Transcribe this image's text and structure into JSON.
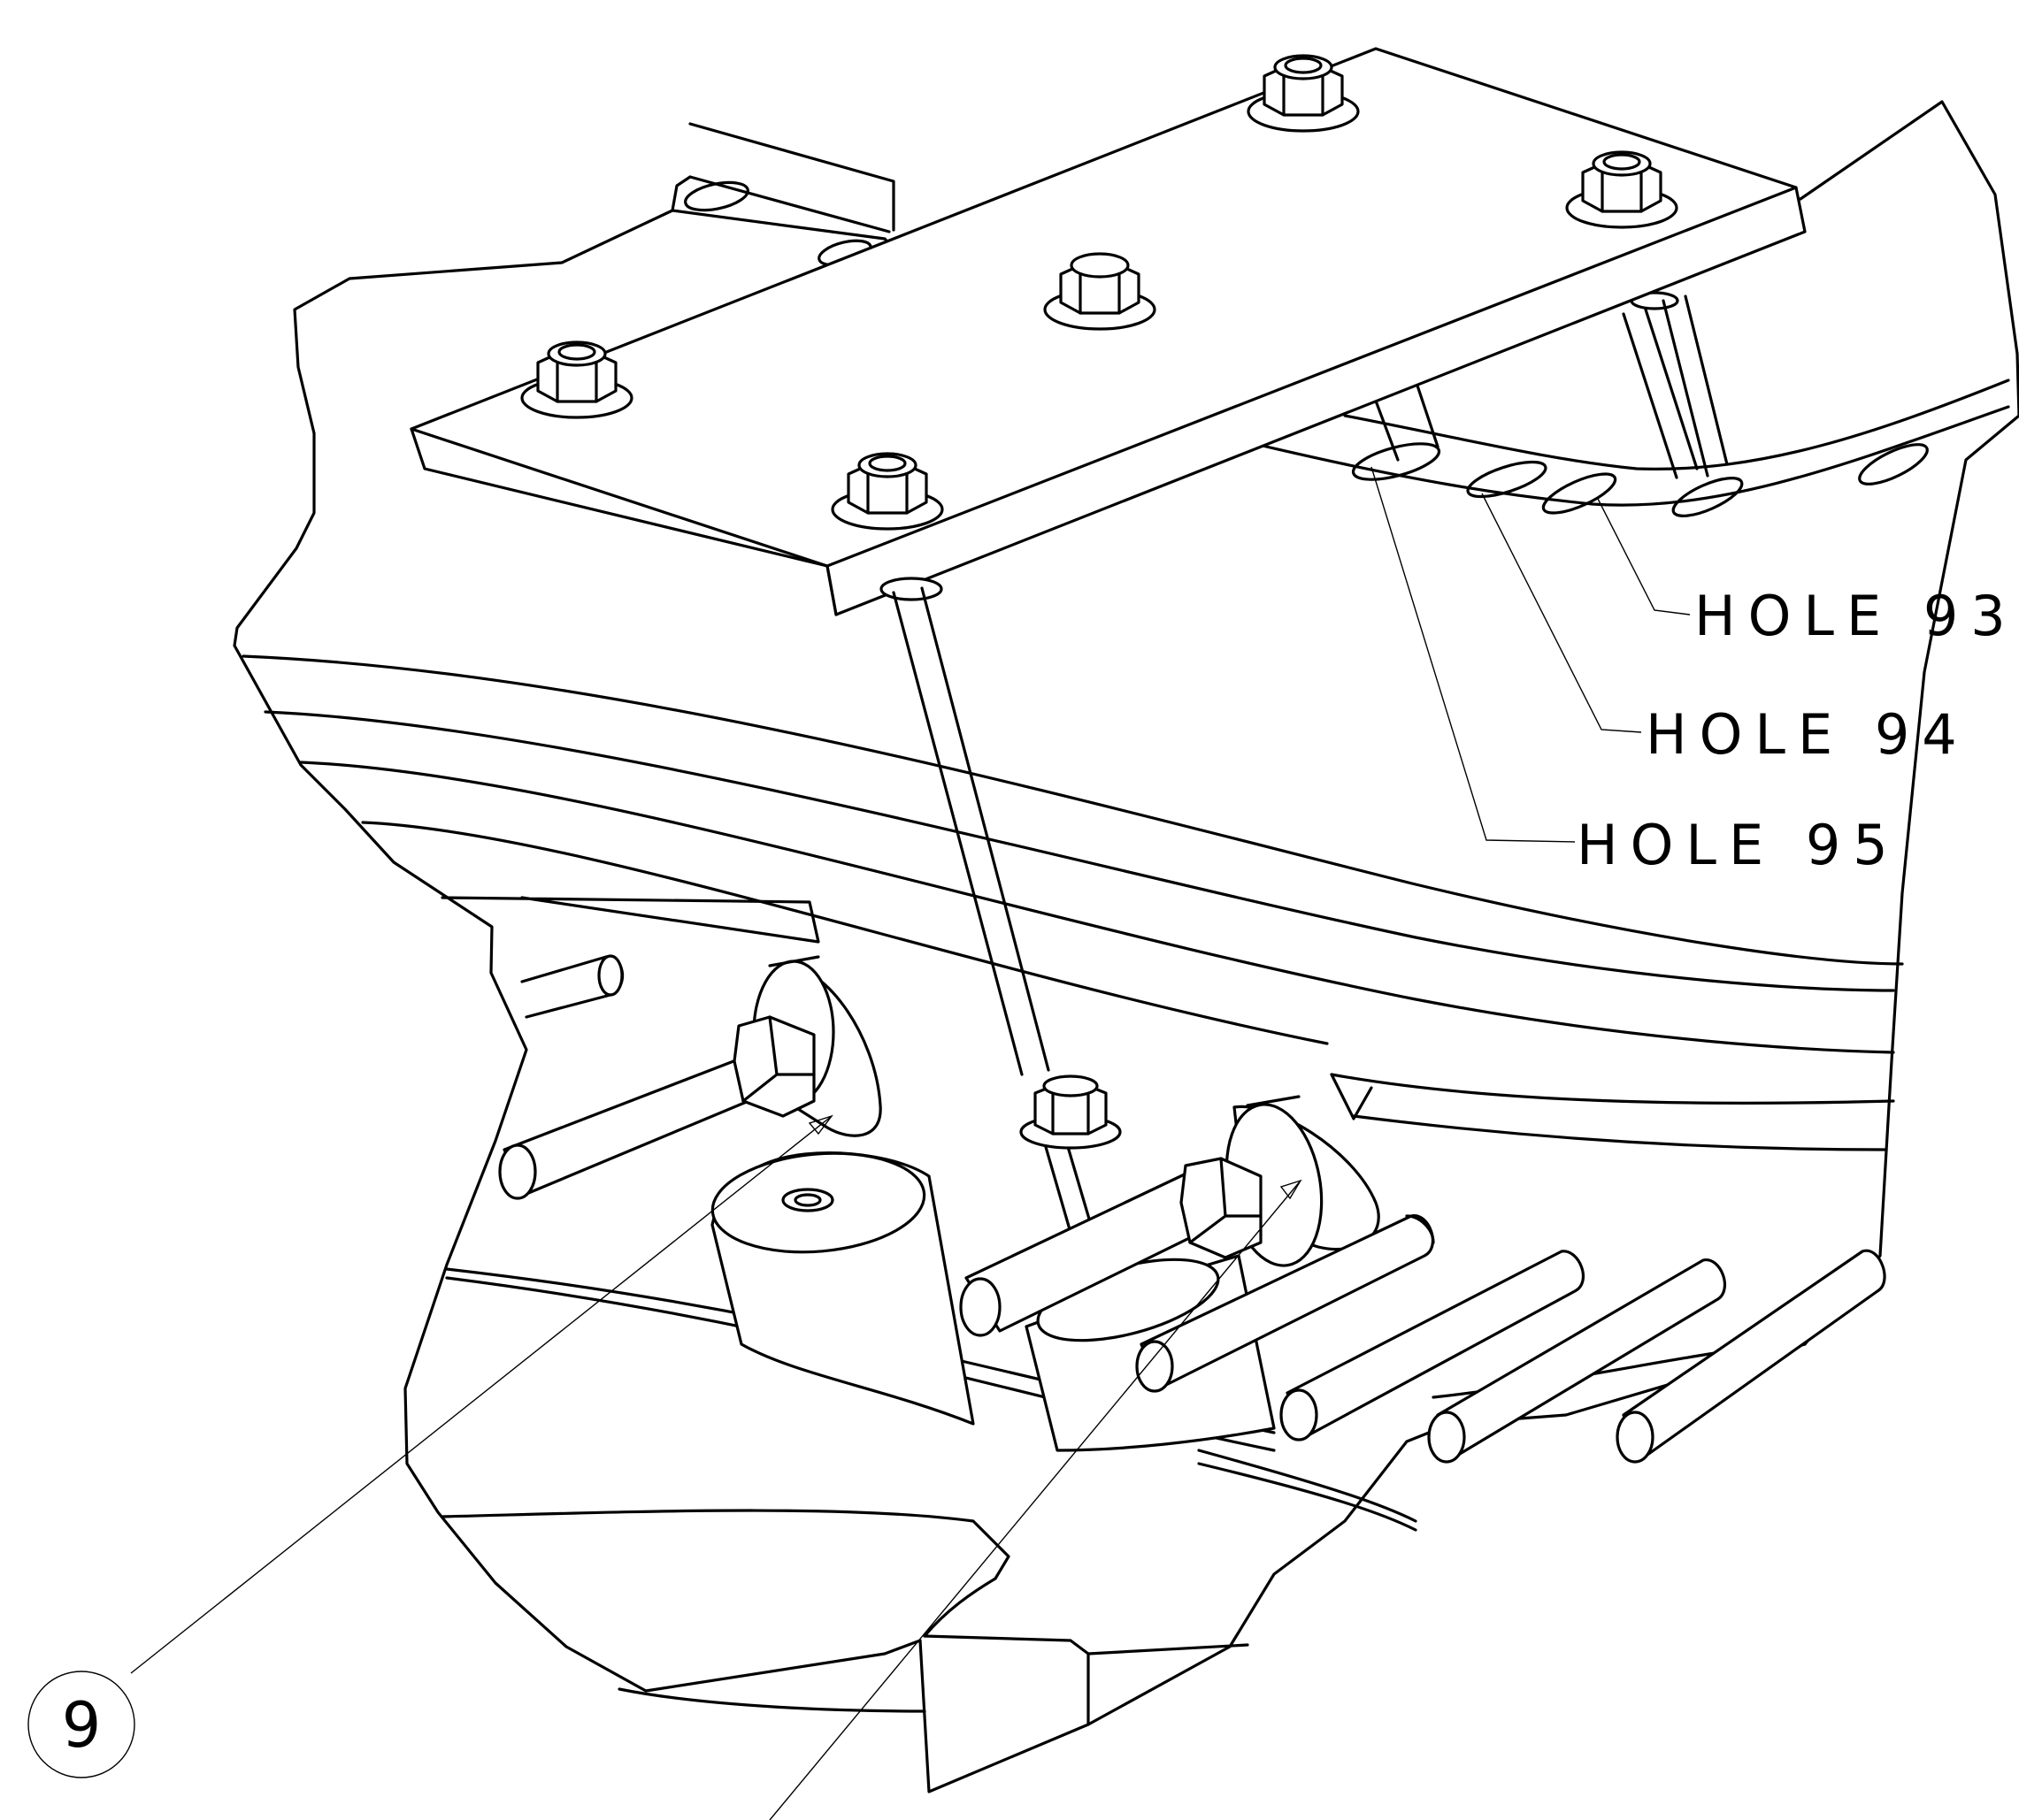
{
  "callouts": {
    "hole_a": "HOLE 93",
    "hole_b": "HOLE 94",
    "hole_c": "HOLE 95"
  },
  "balloon": {
    "item_number": "9"
  }
}
